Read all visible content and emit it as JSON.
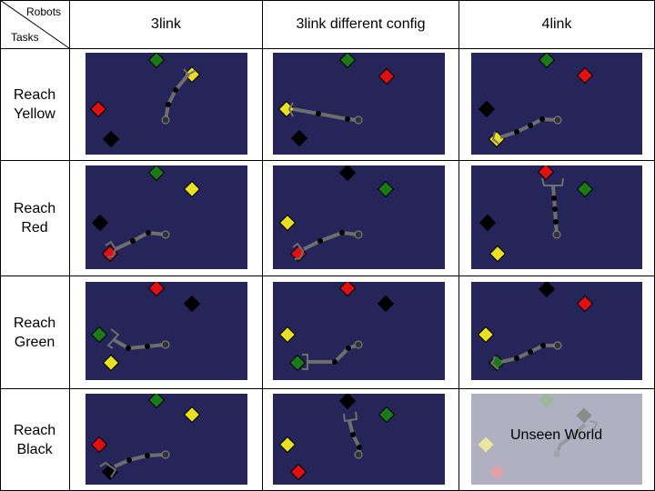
{
  "header": {
    "corner_robots": "Robots",
    "corner_tasks": "Tasks",
    "columns": [
      "3link",
      "3link different config",
      "4link"
    ]
  },
  "rows": [
    {
      "line1": "Reach",
      "line2": "Yellow"
    },
    {
      "line1": "Reach",
      "line2": "Red"
    },
    {
      "line1": "Reach",
      "line2": "Green"
    },
    {
      "line1": "Reach",
      "line2": "Black"
    }
  ],
  "unseen_label": "Unseen World",
  "colors": {
    "panel_bg": "#25255a",
    "unseen_bg": "#b0b0c0",
    "red": "#e01010",
    "green": "#1a7a1a",
    "yellow": "#e8e020",
    "black": "#000000",
    "arm": "#6e6e6e"
  },
  "icons": [
    "red-diamond-icon",
    "green-diamond-icon",
    "yellow-diamond-icon",
    "black-diamond-icon",
    "robot-arm-icon"
  ]
}
